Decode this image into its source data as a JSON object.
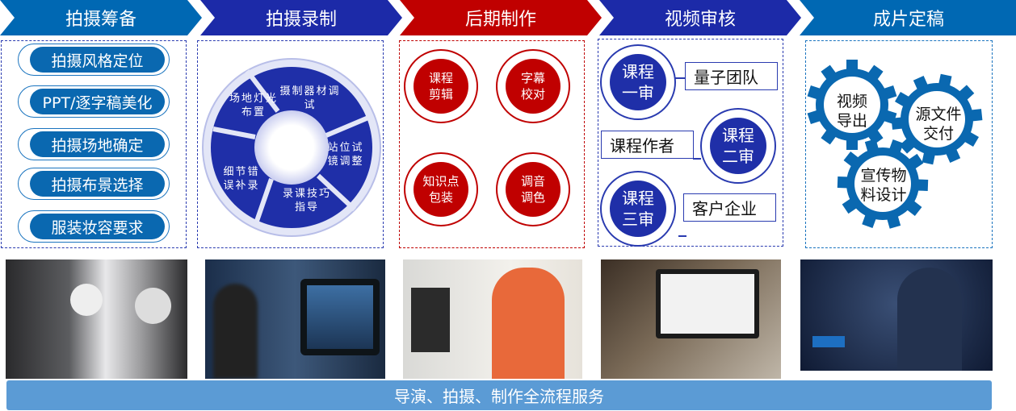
{
  "stages": [
    {
      "label": "拍摄筹备",
      "color": "#0068b3"
    },
    {
      "label": "拍摄录制",
      "color": "#1c2aa8"
    },
    {
      "label": "后期制作",
      "color": "#c00000"
    },
    {
      "label": "视频审核",
      "color": "#1c2aa8"
    },
    {
      "label": "成片定稿",
      "color": "#0068b3"
    }
  ],
  "prep": {
    "items": [
      "拍摄风格定位",
      "PPT/逐字稿美化",
      "拍摄场地确定",
      "拍摄布景选择",
      "服装妆容要求"
    ]
  },
  "recording": {
    "cycle": [
      "摄制器材调试",
      "站位试镜调整",
      "录课技巧指导",
      "细节错误补录",
      "场地灯光布置"
    ]
  },
  "post": {
    "items": [
      "课程剪辑",
      "字幕校对",
      "知识点包装",
      "调音调色"
    ]
  },
  "review": {
    "stages": [
      {
        "line1": "课程",
        "line2": "一审"
      },
      {
        "line1": "课程",
        "line2": "二审"
      },
      {
        "line1": "课程",
        "line2": "三审"
      }
    ],
    "parties": [
      "量子团队",
      "课程作者",
      "客户企业"
    ]
  },
  "final": {
    "gears": [
      {
        "line1": "视频",
        "line2": "导出"
      },
      {
        "line1": "源文件",
        "line2": "交付"
      },
      {
        "line1": "宣传物",
        "line2": "料设计"
      }
    ]
  },
  "footer": {
    "label": "导演、拍摄、制作全流程服务",
    "color": "#5b9bd5"
  }
}
